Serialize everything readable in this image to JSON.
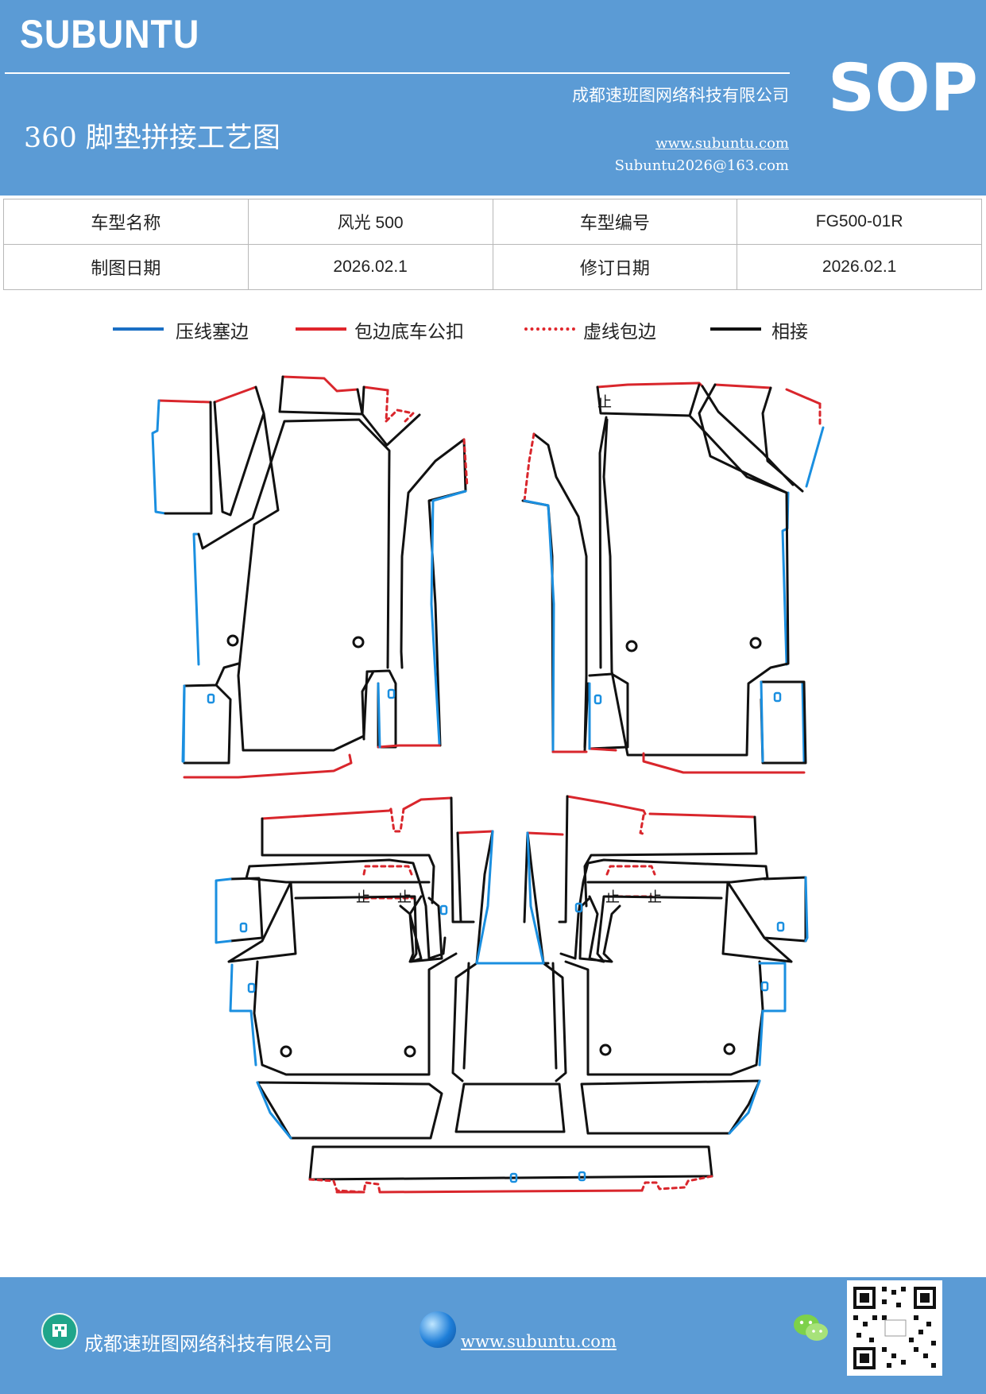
{
  "header": {
    "brand": "SUBUNTU",
    "company": "成都速班图网络科技有限公司",
    "title": "360 脚垫拼接工艺图",
    "url": "www.subuntu.com",
    "email": "Subuntu2026@163.com",
    "sop": "SOP",
    "colors": {
      "band": "#5b9bd5",
      "text": "#ffffff"
    }
  },
  "info_table": {
    "rows": [
      {
        "label1": "车型名称",
        "value1": "风光 500",
        "label2": "车型编号",
        "value2": "FG500-01R"
      },
      {
        "label1": "制图日期",
        "value1": "2026.02.1",
        "label2": "修订日期",
        "value2": "2026.02.1"
      }
    ]
  },
  "legend": {
    "items": [
      {
        "label": "压线塞边",
        "color": "#1a6fc4",
        "style": "solid"
      },
      {
        "label": "包边底车公扣",
        "color": "#e0262c",
        "style": "solid"
      },
      {
        "label": "虚线包边",
        "color": "#e0262c",
        "style": "dotted"
      },
      {
        "label": "相接",
        "color": "#111111",
        "style": "solid"
      }
    ]
  },
  "drawing": {
    "line_colors": {
      "press_edge": "#1a8fe0",
      "wrap_edge": "#d9262c",
      "joint": "#111111"
    }
  },
  "footer": {
    "company": "成都速班图网络科技有限公司",
    "url": "www.subuntu.com",
    "icons": [
      "building-icon",
      "globe-icon",
      "wechat-icon",
      "qr-code"
    ]
  }
}
